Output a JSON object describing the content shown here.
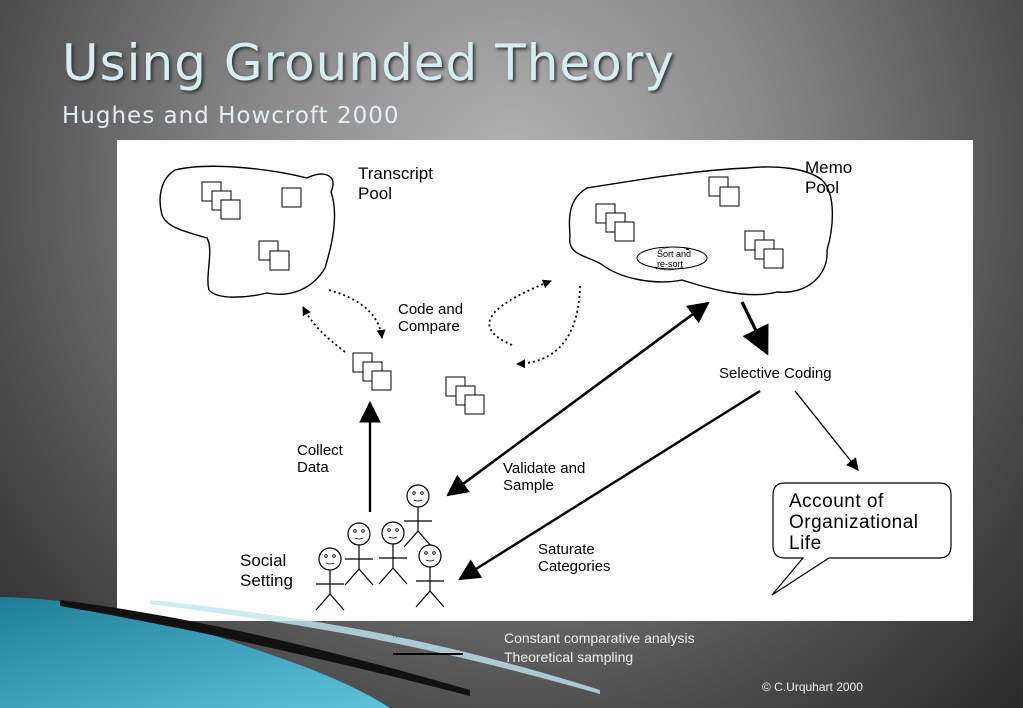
{
  "slide": {
    "title": "Using Grounded Theory",
    "subtitle": "Hughes and Howcroft 2000"
  },
  "diagram": {
    "transcript_pool": "Transcript\nPool",
    "memo_pool": "Memo\nPool",
    "sort_resort": "Sort and\nre-sort",
    "code_compare": "Code and\nCompare",
    "selective_coding": "Selective Coding",
    "collect_data": "Collect\nData",
    "validate_sample": "Validate and\nSample",
    "saturate_categories": "Saturate\nCategories",
    "social_setting": "Social\nSetting",
    "account_life": "Account of\nOrganizational\nLife"
  },
  "legend": {
    "dotted_label": "Constant comparative analysis",
    "solid_label": "Theoretical sampling"
  },
  "copyright": "© C.Urquhart 2000"
}
